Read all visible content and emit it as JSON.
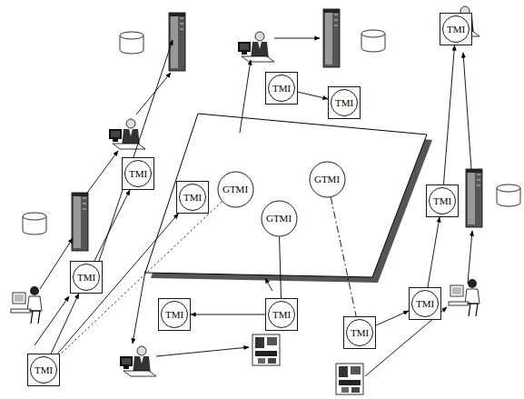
{
  "diagram": {
    "nodes": [
      {
        "text": [
          "TMI"
        ]
      },
      {
        "text": [
          "TMI"
        ]
      },
      {
        "text": [
          "TMI"
        ]
      },
      {
        "text": [
          "TMI"
        ]
      },
      {
        "text": [
          "GTMI"
        ]
      },
      {
        "text": [
          "GTMI"
        ]
      },
      {
        "text": [
          "TMI"
        ]
      },
      {
        "text": [
          "TMI"
        ]
      },
      {
        "text": [
          "GTMI"
        ]
      },
      {
        "text": [
          "TMI"
        ]
      },
      {
        "text": [
          "TMI"
        ]
      },
      {
        "text": [
          "TMI"
        ]
      },
      {
        "text": [
          "TMI"
        ]
      },
      {
        "text": [
          "TMI"
        ]
      },
      {
        "text": [
          "TMI"
        ]
      }
    ],
    "edges": [
      {
        "from": 14,
        "to": 9,
        "arrow": "to"
      },
      {
        "from": 9,
        "to": 3,
        "arrow": "to"
      },
      {
        "from": 14,
        "to": 6,
        "arrow": "to"
      },
      {
        "from": 1,
        "to": 2,
        "arrow": "to"
      },
      {
        "from": 11,
        "to": 12,
        "arrow": "to"
      },
      {
        "from": 13,
        "to": 10,
        "arrow": "to"
      },
      {
        "from": 10,
        "to": 7,
        "arrow": "to"
      },
      {
        "from": 7,
        "to": 0,
        "arrow": "to"
      },
      {
        "from": 8,
        "to": 11,
        "arrow": "none"
      },
      {
        "from": 5,
        "to": 14,
        "arrow": "none"
      },
      {
        "from": 4,
        "to": 13,
        "arrow": "none"
      }
    ]
  }
}
